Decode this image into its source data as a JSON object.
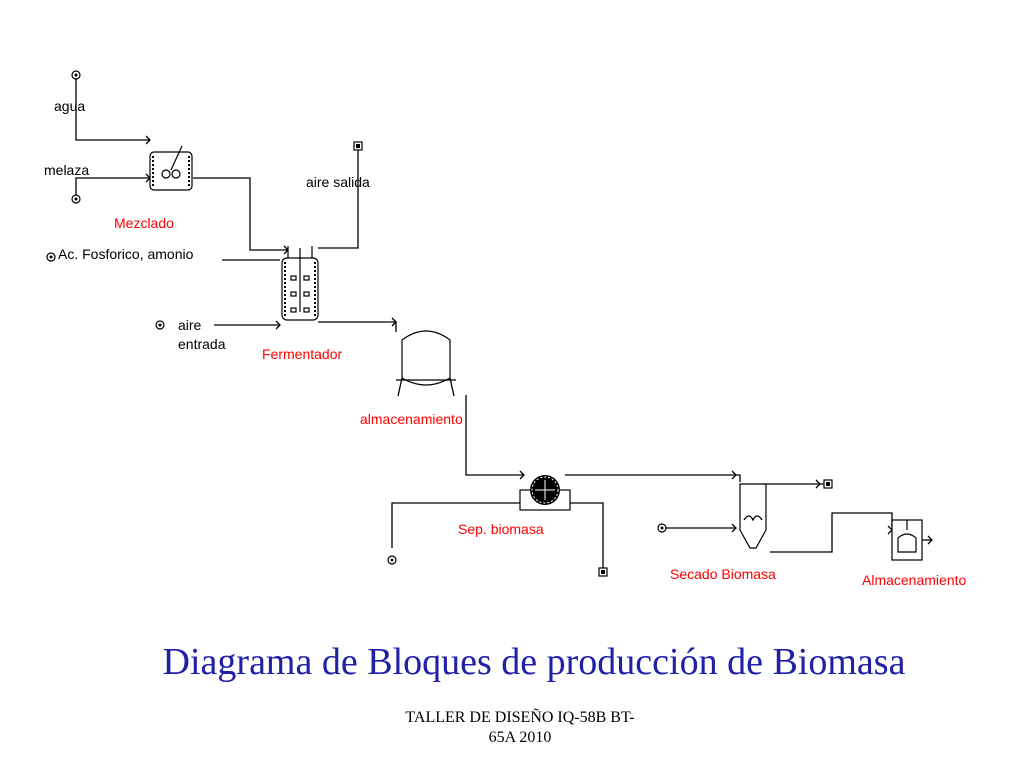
{
  "title": "Diagrama de Bloques de producción de Biomasa",
  "footer": "TALLER DE DISEÑO IQ-58B  BT-\n65A 2010",
  "colors": {
    "title": "#1f1fa8",
    "unit_label": "#ff0000",
    "line": "#000000"
  },
  "streams": {
    "agua": "agua",
    "melaza": "melaza",
    "aire_salida": "aire salida",
    "acido": "Ac. Fosforico, amonio",
    "aire_entrada_1": "aire",
    "aire_entrada_2": "entrada"
  },
  "units": {
    "mezclado": "Mezclado",
    "fermentador": "Fermentador",
    "almacenamiento_1": "almacenamiento",
    "sep_biomasa": "Sep. biomasa",
    "secado": "Secado Biomasa",
    "almacenamiento_2": "Almacenamiento"
  }
}
